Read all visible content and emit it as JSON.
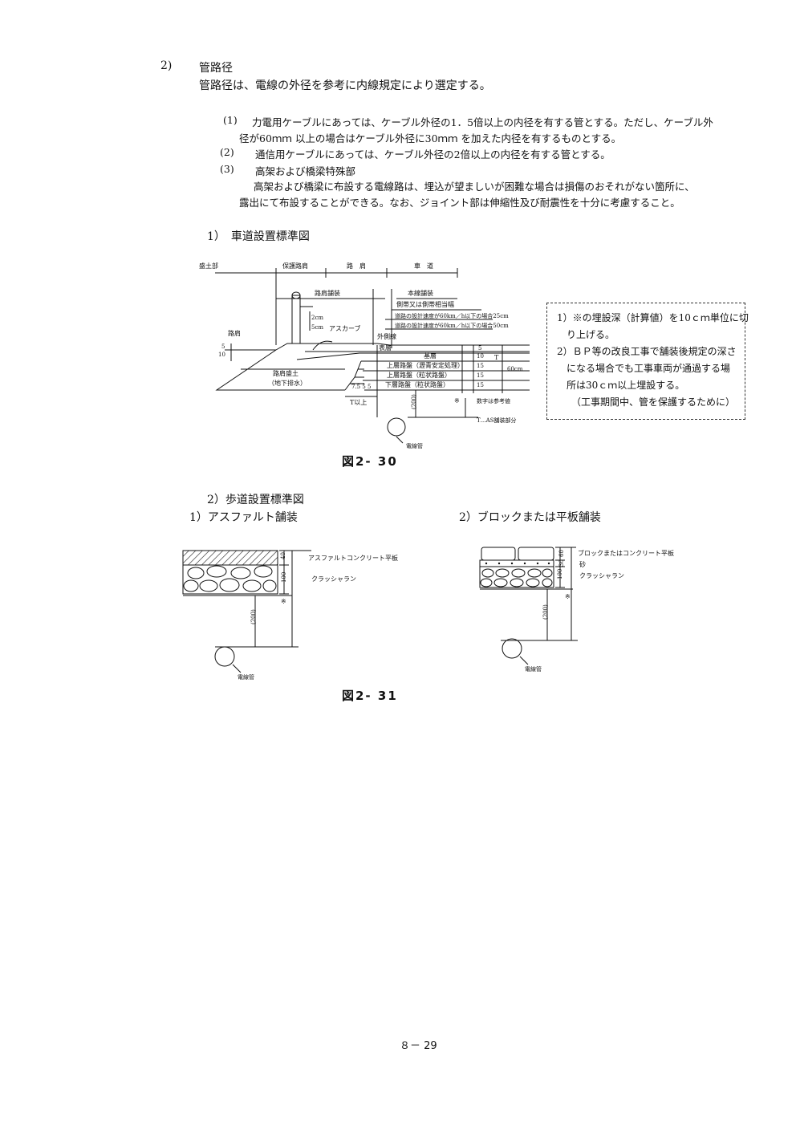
{
  "section": {
    "number": "2)",
    "title": "管路径",
    "intro": "管路径は、電線の外径を参考に内線規定により選定する。"
  },
  "items": [
    {
      "num": "(1)",
      "line1": "力電用ケーブルにあっては、ケーブル外径の1．5倍以上の内径を有する管とする。ただし、ケーブル外",
      "line2": "径が60ｍｍ 以上の場合はケーブル外径に30ｍｍ を加えた内径を有するものとする。"
    },
    {
      "num": "(2)",
      "line1": "通信用ケーブルにあっては、ケーブル外径の2倍以上の内径を有する管とする。"
    },
    {
      "num": "(3)",
      "line1": "高架および橋梁特殊部",
      "line2": "高架および橋梁に布設する電線路は、埋込が望ましいが困難な場合は損傷のおそれがない箇所に、",
      "line3": "露出にて布設することができる。なお、ジョイント部は伸縮性及び耐震性を十分に考慮すること。"
    }
  ],
  "fig30": {
    "heading": "1）　車道設置標準図",
    "caption": "図2- 30",
    "labels": {
      "morido": "盛土部",
      "hogo_rokata": "保護路肩",
      "rokata_top": "路　肩",
      "shado_top": "車　道",
      "rokata_hoso": "路肩舗装",
      "honsen_hoso": "本線舗装",
      "sokutai": "側帯又は側帯相当幅",
      "speed1": "道路の設計速度が60km／h以下の場合25cm",
      "speed2": "道路の設計速度が60km／h以下の場合50cm",
      "cm2": "2cm",
      "cm5": "5cm",
      "ascurb": "アスカーブ",
      "gaisokusen": "外側線",
      "rokata_left": "路肩",
      "hyoso": "表層",
      "kiso": "基層",
      "joso": "上層路盤（瀝青安定処理）",
      "joso2": "上層路盤（粒状路盤）",
      "kaso": "下層路盤（粒状路盤）",
      "morido_rokata": "路肩盛土",
      "chika_haisui": "（地下排水）",
      "n5a": "5",
      "n10a": "10",
      "n5b": "5",
      "n10b": "10",
      "n15a": "15",
      "n15b": "15",
      "n15c": "15",
      "T": "T",
      "cm60": "60cm",
      "d755": "7.5  5  5",
      "tijo": "T以上",
      "d200": "(200)",
      "kome": "※",
      "sankochi": "数字は参考値",
      "t_as": "T…AS舗装部分",
      "densenkan": "電線管"
    }
  },
  "notes": [
    "1）※の埋設深（計算値）を10ｃｍ単位に切",
    "　り上げる。",
    "2）ＢＰ等の改良工事で舗装後規定の深さ",
    "　になる場合でも工事車両が通過する場",
    "　所は30ｃｍ以上埋設する。",
    "　　（工事期間中、管を保護するために）"
  ],
  "fig31": {
    "heading": "2）歩道設置標準図",
    "left_title": "1）アスファルト舗装",
    "right_title": "2）ブロックまたは平板舗装",
    "caption": "図2- 31",
    "left": {
      "d40": "40",
      "d100": "100",
      "ascon": "アスファルトコンクリート平板",
      "crusher": "クラッシャラン",
      "kome": "※",
      "d200": "(200)",
      "densenkan": "電線管"
    },
    "right": {
      "d60": "60",
      "d30": "30",
      "d100": "100",
      "block": "ブロックまたはコンクリート平板",
      "suna": "砂",
      "crusher": "クラッシャラン",
      "kome": "※",
      "d200": "(200)",
      "densenkan": "電線管"
    }
  },
  "page_number": "８－ 29"
}
